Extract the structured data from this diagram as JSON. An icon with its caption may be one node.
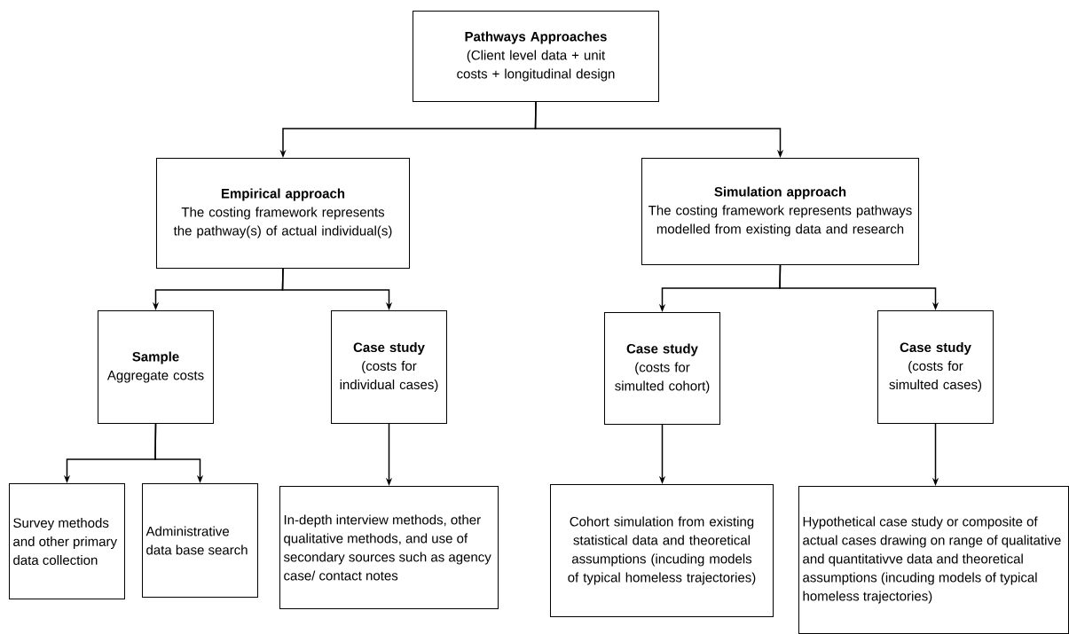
{
  "diagram": {
    "nodes": [
      {
        "text": [
          "Pathways Approaches",
          "(Client level data + unit costs + longitudinal design"
        ]
      },
      {
        "text": [
          "Empirical approach",
          "The costing framework represents the pathway(s) of actual individual(s)"
        ]
      },
      {
        "text": [
          "Simulation approach",
          "The costing framework represents pathways modelled from existing data and research"
        ]
      },
      {
        "text": [
          "Sample",
          "Aggregate costs"
        ]
      },
      {
        "text": [
          "Case study",
          "(costs for individual cases)"
        ]
      },
      {
        "text": [
          "Case study",
          "(costs for simulted cohort)"
        ]
      },
      {
        "text": [
          "Case study",
          "(costs for simulted cases)"
        ]
      },
      {
        "text": [
          "Survey methods and other primary data collection"
        ]
      },
      {
        "text": [
          "Administrative data base search"
        ]
      },
      {
        "text": [
          "In-depth interview methods, other qualitative methods, and use of secondary sources such as agency case/ contact notes"
        ]
      },
      {
        "text": [
          "Cohort simulation from existing statistical data and theoretical assumptions (incuding models of typical homeless trajectories)"
        ]
      },
      {
        "text": [
          "Hypothetical case study or composite of actual cases drawing on range of qualitative and quantitativve data and theoretical assumptions (incuding models of typical homeless trajectories)"
        ]
      }
    ],
    "edges": [
      {
        "from": 0,
        "to": 1,
        "arrow": "to"
      },
      {
        "from": 0,
        "to": 2,
        "arrow": "to"
      },
      {
        "from": 1,
        "to": 3,
        "arrow": "to"
      },
      {
        "from": 1,
        "to": 4,
        "arrow": "to"
      },
      {
        "from": 2,
        "to": 5,
        "arrow": "to"
      },
      {
        "from": 2,
        "to": 6,
        "arrow": "to"
      },
      {
        "from": 3,
        "to": 7,
        "arrow": "to"
      },
      {
        "from": 3,
        "to": 8,
        "arrow": "to"
      },
      {
        "from": 4,
        "to": 9,
        "arrow": "to"
      },
      {
        "from": 5,
        "to": 10,
        "arrow": "to"
      },
      {
        "from": 6,
        "to": 11,
        "arrow": "to"
      }
    ]
  }
}
